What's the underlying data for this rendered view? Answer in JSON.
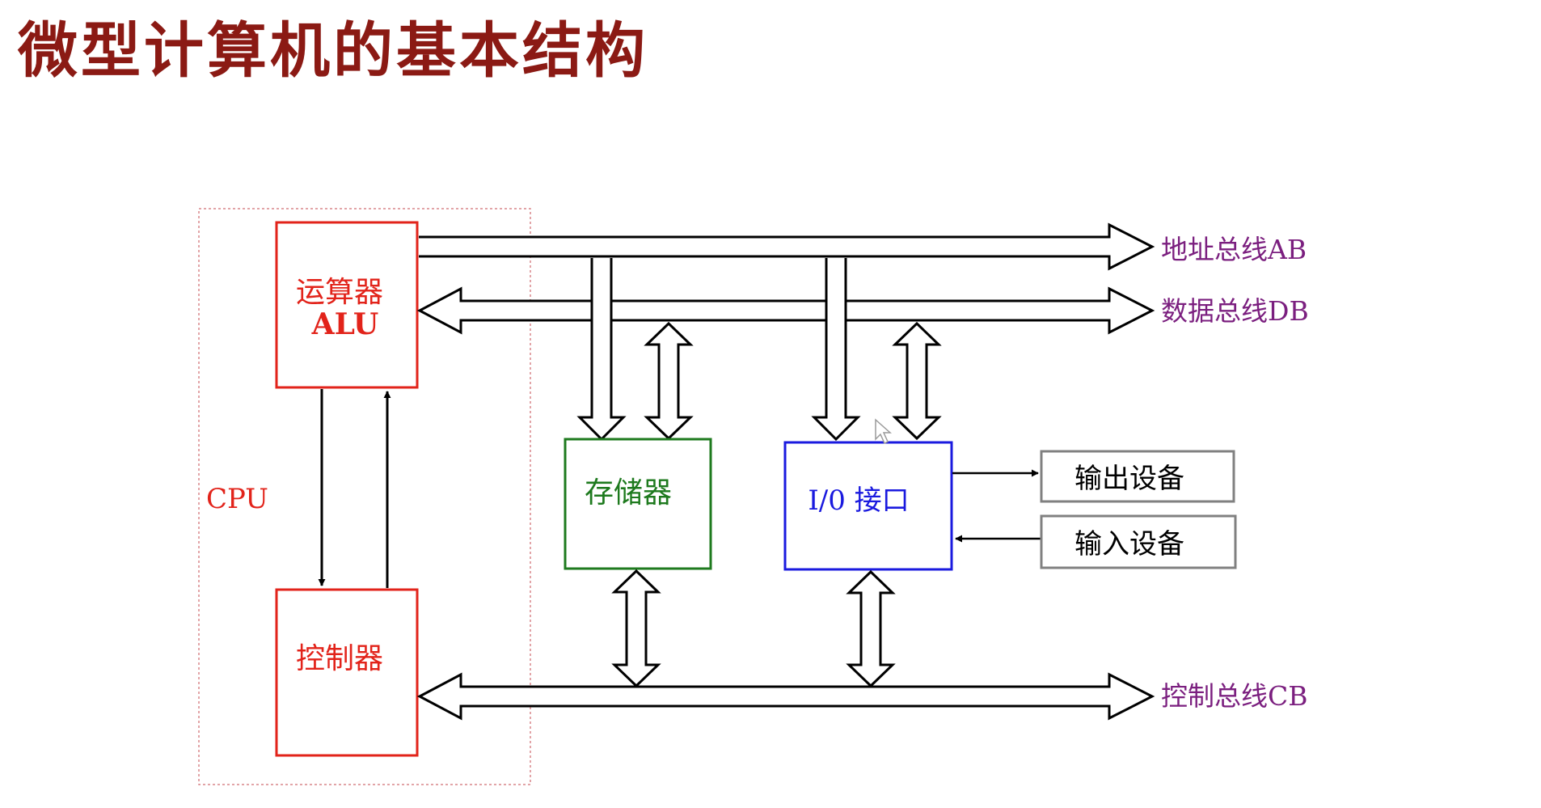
{
  "title": "微型计算机的基本结构",
  "colors": {
    "title": "#8b1a14",
    "cpu": "#e2231a",
    "memory": "#1e7a1e",
    "io": "#1a1adf",
    "bus_label": "#7b1f7f",
    "device": "#808080",
    "cpu_border": "#d9868a",
    "line": "#000000"
  },
  "diagram": {
    "cpu_label": "CPU",
    "alu": {
      "line1": "运算器",
      "line2": "ALU"
    },
    "controller": "控制器",
    "memory": "存储器",
    "io": "I/0 接口",
    "output_device": "输出设备",
    "input_device": "输入设备",
    "buses": {
      "address": "地址总线AB",
      "data": "数据总线DB",
      "control": "控制总线CB"
    }
  }
}
